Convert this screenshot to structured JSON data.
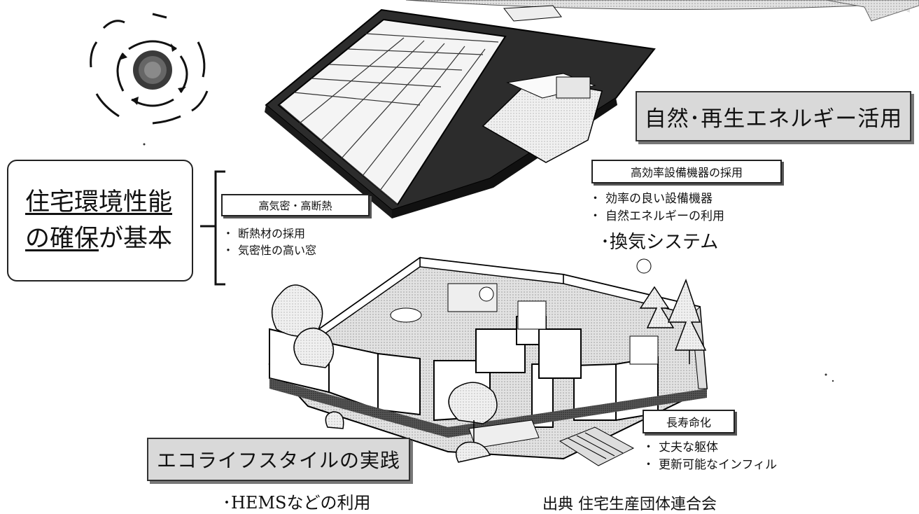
{
  "features": {
    "renewable": {
      "title": "自然･再生エネルギー活用"
    },
    "equipment": {
      "title": "高効率設備機器の採用",
      "items": [
        "効率の良い設備機器",
        "自然エネルギーの利用"
      ],
      "extra": "換気システム"
    },
    "insulation": {
      "title": "高気密・高断熱",
      "items": [
        "断熱材の採用",
        "気密性の高い窓"
      ]
    },
    "longevity": {
      "title": "長寿命化",
      "items": [
        "丈夫な躯体",
        "更新可能なインフィル"
      ]
    },
    "ecolife": {
      "title": "エコライフスタイルの実践",
      "extra": "HEMSなどの利用"
    }
  },
  "main": {
    "line1": "住宅環境性能",
    "line2_underlined": "の確保",
    "line2_rest": "が基本"
  },
  "source": "出典 住宅生産団体連合会",
  "bullet_small": "・",
  "bullet_large": "･"
}
